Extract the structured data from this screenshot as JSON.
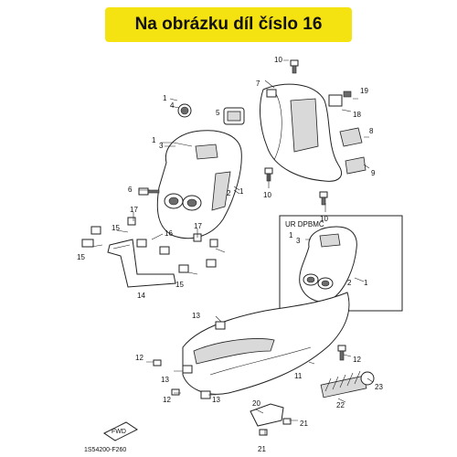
{
  "banner": {
    "text": "Na obrázku díl číslo 16"
  },
  "inset": {
    "title": "UR DPBMC"
  },
  "footer": {
    "code": "1S54200-F260",
    "fwd_label": "FWD"
  },
  "labels": {
    "l1a": "1",
    "l4": "4",
    "l5": "5",
    "l1b": "1",
    "l3a": "3",
    "l6": "6",
    "l2a": "2",
    "l1c": "1",
    "l10a": "10",
    "l7": "7",
    "l19": "19",
    "l18": "18",
    "l8": "8",
    "l9": "9",
    "l10b": "10",
    "l10c": "10",
    "l15a": "15",
    "l17a": "17",
    "l16": "16",
    "l15b": "15",
    "l17b": "17",
    "l14": "14",
    "l15c": "15",
    "l1d": "1",
    "l3b": "3",
    "l2b": "2",
    "l1e": "1",
    "l13a": "13",
    "l12a": "12",
    "l13b": "13",
    "l12b": "12",
    "l13c": "13",
    "l11": "11",
    "l12c": "12",
    "l22": "22",
    "l23": "23",
    "l20": "20",
    "l21a": "21",
    "l21b": "21"
  },
  "colors": {
    "banner": "#f5e211",
    "ink": "#222222"
  }
}
